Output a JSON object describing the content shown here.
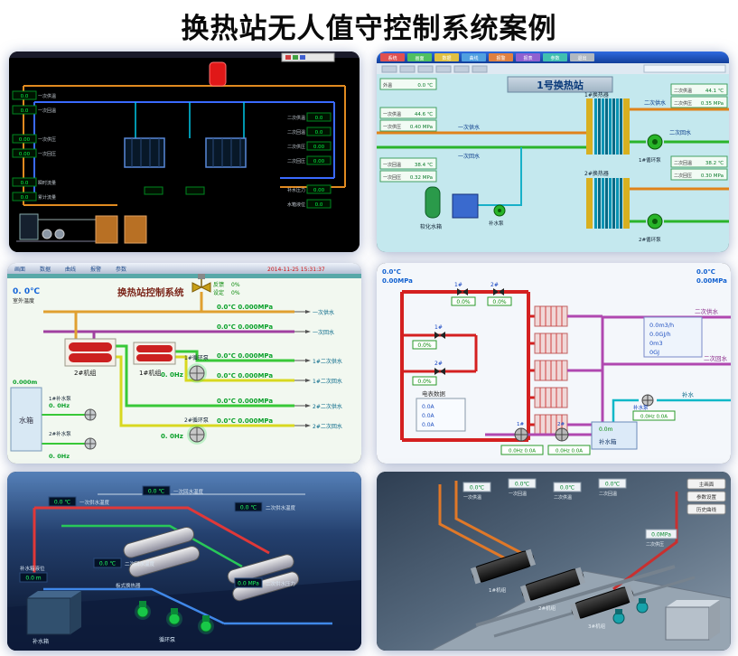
{
  "page": {
    "title": "换热站无人值守控制系统案例"
  },
  "p1": {
    "left_values": [
      {
        "label": "一次供温",
        "value": "0.0"
      },
      {
        "label": "一次回温",
        "value": "0.0"
      },
      {
        "label": "一次供压",
        "value": "0.00"
      },
      {
        "label": "一次回压",
        "value": "0.00"
      },
      {
        "label": "瞬时流量",
        "value": "0.0"
      },
      {
        "label": "累计流量",
        "value": "0.0"
      }
    ],
    "right_values": [
      {
        "label": "二次供温",
        "value": "0.0"
      },
      {
        "label": "二次回温",
        "value": "0.0"
      },
      {
        "label": "二次供压",
        "value": "0.00"
      },
      {
        "label": "二次回压",
        "value": "0.00"
      },
      {
        "label": "补水压力",
        "value": "0.00"
      },
      {
        "label": "水箱液位",
        "value": "0.0"
      }
    ]
  },
  "p2": {
    "menu": [
      "系统",
      "画面",
      "数据",
      "曲线",
      "报警",
      "报表",
      "参数",
      "退出"
    ],
    "station_title": "1号换热站",
    "outdoor": {
      "label": "外温",
      "value": "0.0 ℃"
    },
    "left_values": [
      {
        "label": "一次供温",
        "value": "44.6 ℃"
      },
      {
        "label": "一次供压",
        "value": "0.40 MPa"
      },
      {
        "label": "一次回温",
        "value": "38.4 ℃"
      },
      {
        "label": "一次回压",
        "value": "0.32 MPa"
      }
    ],
    "right_values": [
      {
        "label": "二次供温",
        "value": "44.1 ℃"
      },
      {
        "label": "二次供压",
        "value": "0.35 MPa"
      },
      {
        "label": "二次回温",
        "value": "38.2 ℃"
      },
      {
        "label": "二次回压",
        "value": "0.30 MPa"
      }
    ],
    "pipe_labels": {
      "primary_supply": "一次供水",
      "primary_return": "一次回水",
      "secondary_supply": "二次供水",
      "secondary_return": "二次回水"
    },
    "equipment": {
      "hx1": "1#换热器",
      "hx2": "2#换热器",
      "pump1": "1#循环泵",
      "pump2": "2#循环泵",
      "makeup_pump": "补水泵",
      "tank": "软化水箱"
    }
  },
  "p3": {
    "menu": [
      "画面",
      "数据",
      "曲线",
      "报警",
      "参数"
    ],
    "datetime": "2014-11-25 15:31:37",
    "title": "换热站控制系统",
    "valve": {
      "feedback_label": "反馈",
      "feedback_value": "0%",
      "set_label": "设定",
      "set_value": "0%"
    },
    "outdoor": {
      "value": "0. 0℃",
      "label": "室外温度"
    },
    "rows": [
      {
        "value": "0.0℃  0.000MPa",
        "label": "一次供水"
      },
      {
        "value": "0.0℃  0.000MPa",
        "label": "一次回水"
      },
      {
        "value": "0.0℃  0.000MPa",
        "label": "1#二次供水"
      },
      {
        "value": "0.0℃  0.000MPa",
        "label": "1#二次回水"
      },
      {
        "value": "0.0℃  0.000MPa",
        "label": "2#二次供水"
      },
      {
        "value": "0.0℃  0.000MPa",
        "label": "2#二次回水"
      }
    ],
    "units": {
      "unit2": "2#机组",
      "unit1": "1#机组"
    },
    "pumps": [
      {
        "label": "1#循环泵",
        "value": "0. 0Hz"
      },
      {
        "label": "2#循环泵",
        "value": "0. 0Hz"
      },
      {
        "label": "1#补水泵",
        "value": "0. 0Hz"
      },
      {
        "label": "2#补水泵",
        "value": "0. 0Hz"
      }
    ],
    "tank": {
      "label": "水箱",
      "level": "0.000m"
    }
  },
  "p4": {
    "corner_left": {
      "t": "0.0℃",
      "p": "0.00MPa"
    },
    "corner_right": {
      "t": "0.0℃",
      "p": "0.00MPa"
    },
    "valves": [
      {
        "id": "1#",
        "value": "0.0%"
      },
      {
        "id": "2#",
        "value": "0.0%"
      },
      {
        "id": "1#",
        "value": "0.0%"
      },
      {
        "id": "2#",
        "value": "0.0%"
      }
    ],
    "heat_meter": [
      "0.0m3/h",
      "0.0GJ/h",
      "0m3",
      "0GJ"
    ],
    "labels": {
      "secondary_supply": "二次供水",
      "secondary_return": "二次回水",
      "makeup": "补水",
      "tank": "补水箱",
      "meter": "电表数据"
    },
    "tank_level": "0.0m",
    "meter_values": [
      "0.0A",
      "0.0A",
      "0.0A"
    ],
    "pump_boxes": [
      {
        "id": "1#",
        "value": "0.0Hz  0.0A"
      },
      {
        "id": "2#",
        "value": "0.0Hz  0.0A"
      },
      {
        "id": "补水泵",
        "value": "0.0Hz  0.0A"
      }
    ]
  },
  "p5": {
    "readouts": [
      {
        "label": "一次供水温度",
        "value": "0.0 ℃"
      },
      {
        "label": "一次回水温度",
        "value": "0.0 ℃"
      },
      {
        "label": "二次供水温度",
        "value": "0.0 ℃"
      },
      {
        "label": "二次回水温度",
        "value": "0.0 ℃"
      },
      {
        "label": "二次供水压力",
        "value": "0.0 MPa"
      },
      {
        "label": "补水箱液位",
        "value": "0.0 m"
      }
    ],
    "equipment": {
      "hx": "板式换热器",
      "pumps": "循环泵",
      "tank": "补水箱"
    }
  },
  "p6": {
    "buttons": [
      "主画面",
      "参数设置",
      "历史曲线"
    ],
    "readouts": [
      {
        "label": "一次供温",
        "value": "0.0℃"
      },
      {
        "label": "一次回温",
        "value": "0.0℃"
      },
      {
        "label": "二次供温",
        "value": "0.0℃"
      },
      {
        "label": "二次回温",
        "value": "0.0℃"
      },
      {
        "label": "二次供压",
        "value": "0.0MPa"
      }
    ],
    "equipment": {
      "unit1": "1#机组",
      "unit2": "2#机组",
      "unit3": "3#机组"
    }
  }
}
